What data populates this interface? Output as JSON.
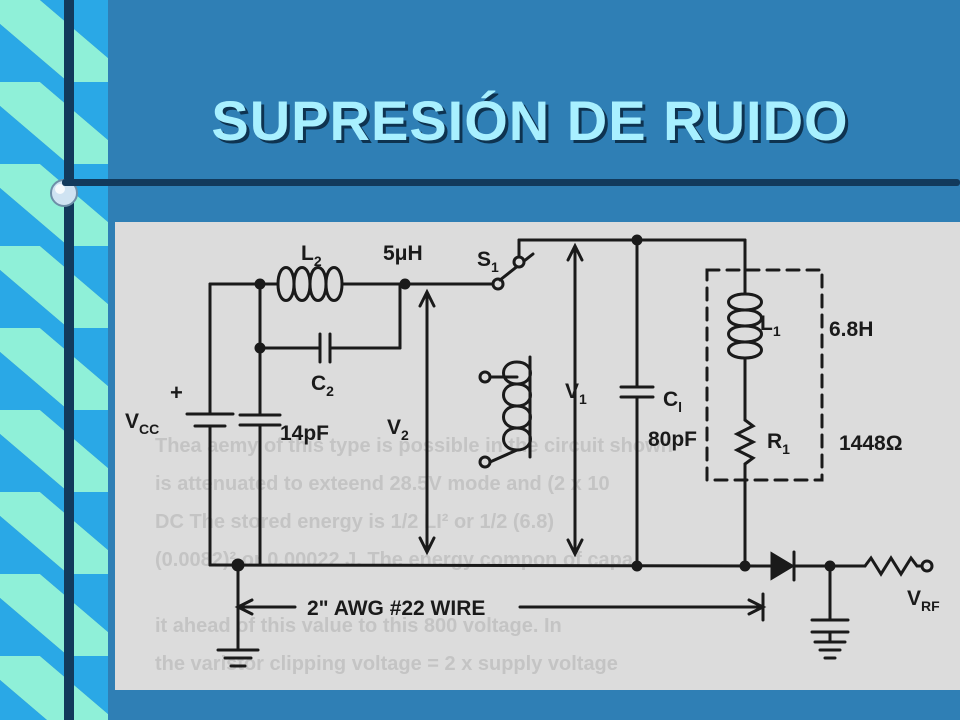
{
  "slide": {
    "title": "SUPRESIÓN DE RUIDO"
  },
  "diagram": {
    "labels": {
      "l2": "L",
      "l2_sub": "2",
      "l2_value": "5μH",
      "s1": "S",
      "s1_sub": "1",
      "c2": "C",
      "c2_sub": "2",
      "vcc": "V",
      "vcc_sub": "CC",
      "vcc_polarity": "+",
      "c14": "14pF",
      "v2": "V",
      "v2_sub": "2",
      "v1": "V",
      "v1_sub": "1",
      "cl": "C",
      "cl_sub": "l",
      "cl_value": "80pF",
      "l1": "L",
      "l1_sub": "1",
      "l1_value": "6.8H",
      "r1": "R",
      "r1_sub": "1",
      "r1_value": "1448Ω",
      "wire": "2\" AWG #22 WIRE",
      "vrf": "V",
      "vrf_sub": "RF"
    },
    "page_text": [
      "Thea  aemy of this type is possible in the circuit shown",
      "is attenuated to exteend 28.5V    mode and (2 x 10",
      "DC    The stored energy is 1/2 LI² or 1/2 (6.8)",
      "(0.0082)² or 0.00022 J. The energy compon of capa",
      "it ahead of this value to this 800 voltage. In",
      "the varistor clipping voltage = 2 x supply voltage"
    ]
  }
}
